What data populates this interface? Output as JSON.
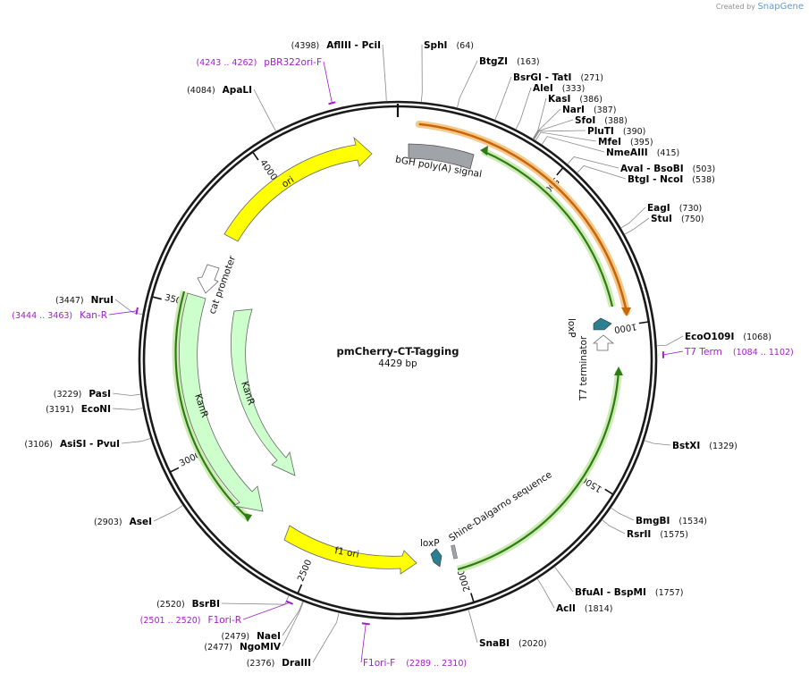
{
  "credit": {
    "prefix": "Created by",
    "brand": "SnapGene"
  },
  "plasmid": {
    "name": "pmCherry-CT-Tagging",
    "size": "4429 bp",
    "length": 4429
  },
  "ticks": [
    {
      "bp": 500,
      "label": "500"
    },
    {
      "bp": 1000,
      "label": "1000"
    },
    {
      "bp": 1500,
      "label": "1500"
    },
    {
      "bp": 2000,
      "label": "2000"
    },
    {
      "bp": 2500,
      "label": "2500"
    },
    {
      "bp": 3000,
      "label": "3000"
    },
    {
      "bp": 3500,
      "label": "3500"
    },
    {
      "bp": 4000,
      "label": "4000"
    }
  ],
  "sites": [
    {
      "name": "AflIII  - PciI",
      "pos": "(4398)",
      "bp": 4398,
      "side": "left"
    },
    {
      "name": "SphI",
      "pos": "(64)",
      "bp": 64,
      "side": "right"
    },
    {
      "name": "BtgZI",
      "pos": "(163)",
      "bp": 163,
      "side": "right"
    },
    {
      "name": "BsrGI  - TatI",
      "pos": "(271)",
      "bp": 271,
      "side": "right"
    },
    {
      "name": "AleI",
      "pos": "(333)",
      "bp": 333,
      "side": "right"
    },
    {
      "name": "KasI",
      "pos": "(386)",
      "bp": 386,
      "side": "right"
    },
    {
      "name": "NarI",
      "pos": "(387)",
      "bp": 387,
      "side": "right"
    },
    {
      "name": "SfoI",
      "pos": "(388)",
      "bp": 388,
      "side": "right"
    },
    {
      "name": "PluTI",
      "pos": "(390)",
      "bp": 390,
      "side": "right"
    },
    {
      "name": "MfeI",
      "pos": "(395)",
      "bp": 395,
      "side": "right"
    },
    {
      "name": "NmeAIII",
      "pos": "(415)",
      "bp": 415,
      "side": "right"
    },
    {
      "name": "AvaI  - BsoBI",
      "pos": "(503)",
      "bp": 503,
      "side": "right"
    },
    {
      "name": "BtgI  - NcoI",
      "pos": "(538)",
      "bp": 538,
      "side": "right"
    },
    {
      "name": "EagI",
      "pos": "(730)",
      "bp": 730,
      "side": "right"
    },
    {
      "name": "StuI",
      "pos": "(750)",
      "bp": 750,
      "side": "right"
    },
    {
      "name": "EcoO109I",
      "pos": "(1068)",
      "bp": 1068,
      "side": "right"
    },
    {
      "name": "BstXI",
      "pos": "(1329)",
      "bp": 1329,
      "side": "right"
    },
    {
      "name": "BmgBI",
      "pos": "(1534)",
      "bp": 1534,
      "side": "right"
    },
    {
      "name": "RsrII",
      "pos": "(1575)",
      "bp": 1575,
      "side": "right"
    },
    {
      "name": "BfuAI  - BspMI",
      "pos": "(1757)",
      "bp": 1757,
      "side": "right"
    },
    {
      "name": "AclI",
      "pos": "(1814)",
      "bp": 1814,
      "side": "right"
    },
    {
      "name": "SnaBI",
      "pos": "(2020)",
      "bp": 2020,
      "side": "right"
    },
    {
      "name": "DraIII",
      "pos": "(2376)",
      "bp": 2376,
      "side": "left"
    },
    {
      "name": "NgoMIV",
      "pos": "(2477)",
      "bp": 2477,
      "side": "left"
    },
    {
      "name": "NaeI",
      "pos": "(2479)",
      "bp": 2479,
      "side": "left"
    },
    {
      "name": "BsrBI",
      "pos": "(2520)",
      "bp": 2520,
      "side": "left"
    },
    {
      "name": "AseI",
      "pos": "(2903)",
      "bp": 2903,
      "side": "left"
    },
    {
      "name": "AsiSI  - PvuI",
      "pos": "(3106)",
      "bp": 3106,
      "side": "left"
    },
    {
      "name": "EcoNI",
      "pos": "(3191)",
      "bp": 3191,
      "side": "left"
    },
    {
      "name": "PasI",
      "pos": "(3229)",
      "bp": 3229,
      "side": "left"
    },
    {
      "name": "NruI",
      "pos": "(3447)",
      "bp": 3447,
      "side": "left"
    },
    {
      "name": "ApaLI",
      "pos": "(4084)",
      "bp": 4084,
      "side": "left"
    }
  ],
  "primers": [
    {
      "name": "pBR322ori-F",
      "pos": "(4243 .. 4262)",
      "start": 4243,
      "end": 4262,
      "side": "left"
    },
    {
      "name": "T7 Term",
      "pos": "(1084 .. 1102)",
      "start": 1084,
      "end": 1102,
      "side": "right"
    },
    {
      "name": "F1ori-F",
      "pos": "(2289 .. 2310)",
      "start": 2289,
      "end": 2310,
      "side": "right"
    },
    {
      "name": "F1ori-R",
      "pos": "(2501 .. 2520)",
      "start": 2501,
      "end": 2520,
      "side": "left"
    },
    {
      "name": "Kan-R",
      "pos": "(3444 .. 3463)",
      "start": 3444,
      "end": 3463,
      "side": "left"
    }
  ],
  "features": [
    {
      "label": "bGH poly(A) signal"
    },
    {
      "label": "loxP"
    },
    {
      "label": "T7 terminator"
    },
    {
      "label": "Shine-Dalgarno sequence"
    },
    {
      "label": "loxP"
    },
    {
      "label": "f1 ori"
    },
    {
      "label": "KanR"
    },
    {
      "label": "KanR"
    },
    {
      "label": "cat promoter"
    },
    {
      "label": "ori"
    }
  ],
  "colors": {
    "backbone": "#1a1a1a",
    "site_text": "#000000",
    "primer": "#a020c8",
    "ori": "#ffff00",
    "kanr": "#ccffcc",
    "kanr_track": "#2e7d12",
    "orange_track": "#c8640a",
    "polya": "#a0a4a8",
    "loxp": "#2a7f90"
  }
}
